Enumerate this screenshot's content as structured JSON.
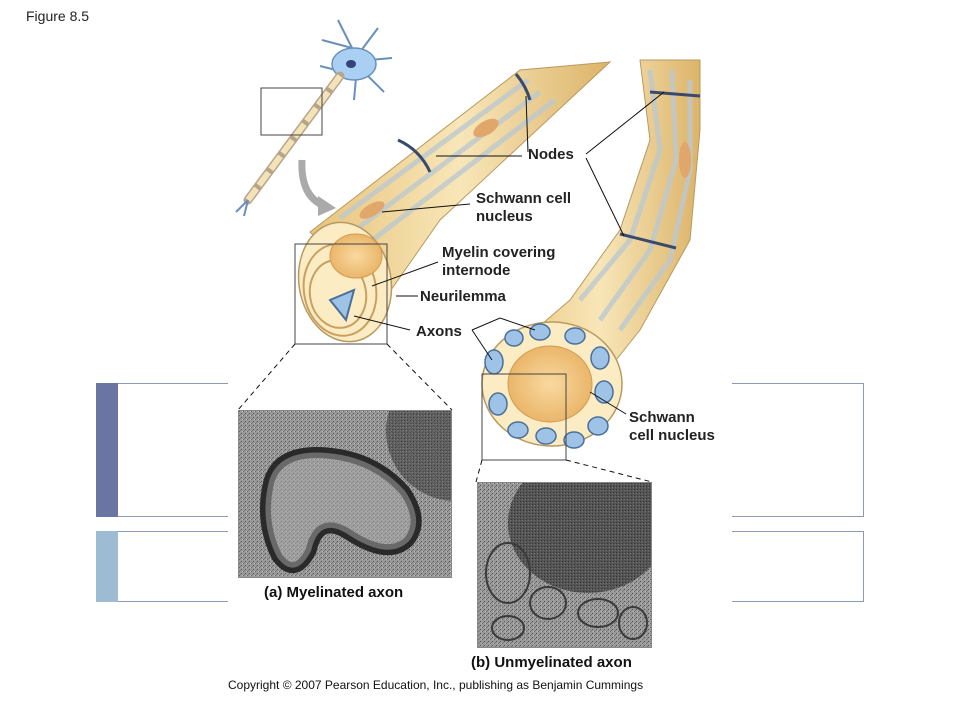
{
  "figure_label": "Figure 8.5",
  "labels": {
    "nodes": "Nodes",
    "schwann_nucleus_top": "Schwann cell\nnucleus",
    "myelin_covering": "Myelin covering\ninternode",
    "neurilemma": "Neurilemma",
    "axons": "Axons",
    "schwann_nucleus_right": "Schwann\ncell nucleus"
  },
  "captions": {
    "myelinated": "(a) Myelinated axon",
    "unmyelinated": "(b) Unmyelinated axon"
  },
  "copyright": "Copyright © 2007 Pearson Education, Inc., publishing as Benjamin Cummings",
  "colors": {
    "slide_dark_bar": "#6b75a3",
    "slide_light_bar": "#9dbcd3",
    "slide_border": "#8a9bb8",
    "myelin": "#f3dfa9",
    "axon": "#9fc3e6",
    "fiber_stripe": "#bcc8cf"
  }
}
